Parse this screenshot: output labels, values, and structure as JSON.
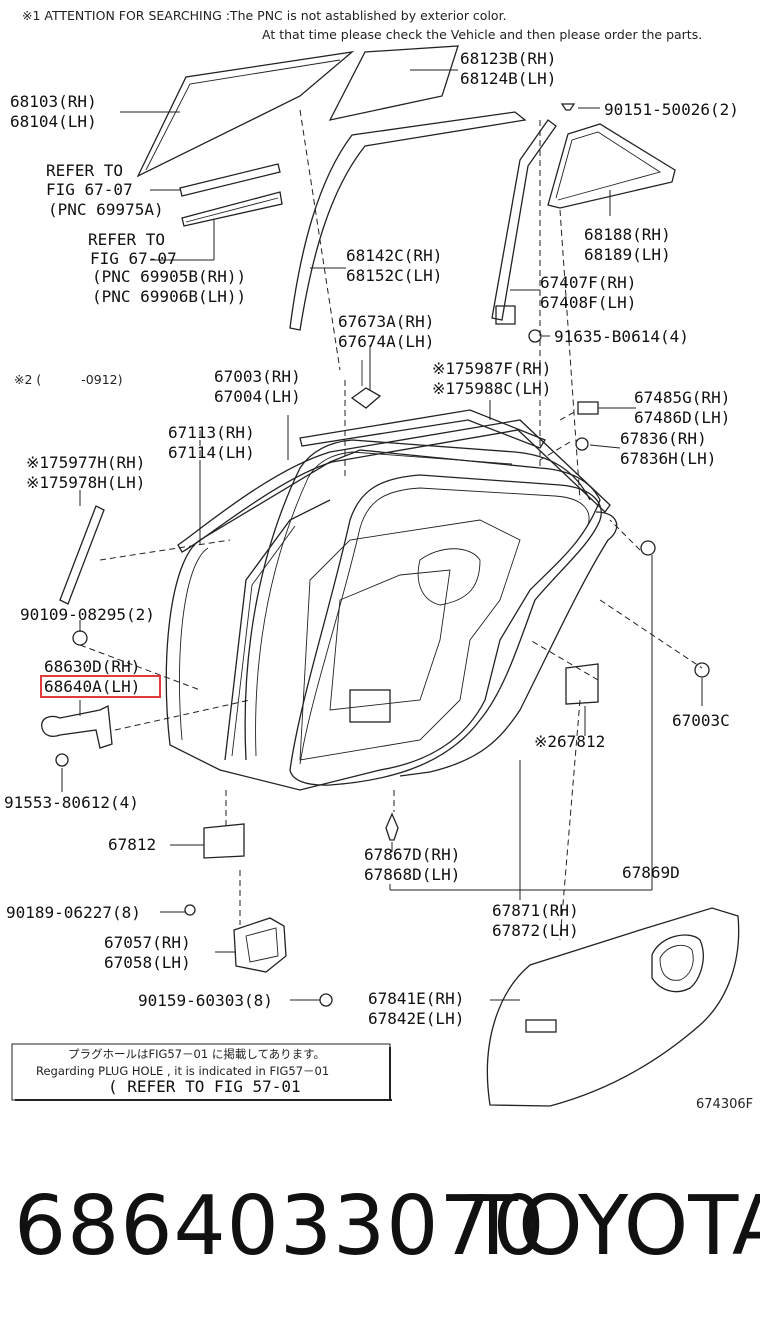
{
  "notes": {
    "attention_line1": "※1 ATTENTION FOR SEARCHING :The PNC is not astablished by exterior color.",
    "attention_line2": "At that time please check the Vehicle and then please order the parts.",
    "date_note_prefix": "※2 (",
    "date_note_suffix": "-0912)",
    "fig_code": "674306F"
  },
  "labels": {
    "l68123b": "68123B(RH)",
    "l68124b": "68124B(LH)",
    "l68103": "68103(RH)",
    "l68104": "68104(LH)",
    "l90151": "90151-50026(2)",
    "ref1_a": "REFER TO",
    "ref1_b": "FIG 67-07",
    "ref1_c": "(PNC 69975A)",
    "ref2_a": "REFER TO",
    "ref2_b": "FIG 67-07",
    "ref2_c": "(PNC 69905B(RH))",
    "ref2_d": "(PNC 69906B(LH))",
    "l68188": "68188(RH)",
    "l68189": "68189(LH)",
    "l68142c": "68142C(RH)",
    "l68152c": "68152C(LH)",
    "l67407f": "67407F(RH)",
    "l67408f": "67408F(LH)",
    "l67673a": "67673A(RH)",
    "l67674a": "67674A(LH)",
    "l91635": "91635-B0614(4)",
    "l67003": "67003(RH)",
    "l67004": "67004(LH)",
    "l75987f": "※175987F(RH)",
    "l75988c": "※175988C(LH)",
    "l67485g": "67485G(RH)",
    "l67486d": "67486D(LH)",
    "l67113": "67113(RH)",
    "l67114": "67114(LH)",
    "l67836": "67836(RH)",
    "l67836h": "67836H(LH)",
    "l75977h": "※175977H(RH)",
    "l75978h": "※175978H(LH)",
    "l90109": "90109-08295(2)",
    "l68630d": "68630D(RH)",
    "l68640a": "68640A(LH)",
    "l67003c": "67003C",
    "l67812r": "※267812",
    "l91553": "91553-80612(4)",
    "l67812": "67812",
    "l67867d": "67867D(RH)",
    "l67868d": "67868D(LH)",
    "l67869d": "67869D",
    "l90189": "90189-06227(8)",
    "l67871": "67871(RH)",
    "l67872": "67872(LH)",
    "l67057": "67057(RH)",
    "l67058": "67058(LH)",
    "l67841e": "67841E(RH)",
    "l67842e": "67842E(LH)",
    "l90159": "90159-60303(8)"
  },
  "plug_box": {
    "line1": "プラグホールはFIG57－01 に掲載してあります。",
    "line2": "Regarding PLUG HOLE , it is indicated in FIG57－01",
    "line3": "( REFER TO FIG 57-01"
  },
  "caption": {
    "part_number": "6864033070",
    "brand": "TOYOTA"
  },
  "colors": {
    "highlight": "#e23a3a",
    "line": "#222222"
  }
}
